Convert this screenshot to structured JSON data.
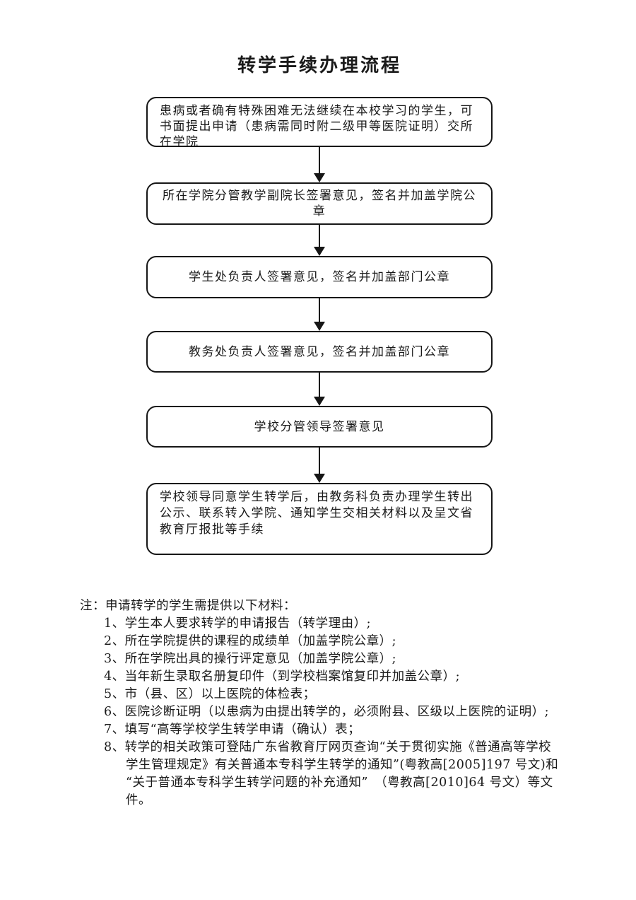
{
  "page": {
    "title": "转学手续办理流程"
  },
  "colors": {
    "ink": "#1a1a1a",
    "box_border": "#161616",
    "background": "#ffffff"
  },
  "flowchart": {
    "boxes": [
      {
        "text": "患病或者确有特殊困难无法继续在本校学习的学生，可书面提出申请（患病需同时附二级甲等医院证明）交所在学院"
      },
      {
        "text": "所在学院分管教学副院长签署意见，签名并加盖学院公章"
      },
      {
        "text": "学生处负责人签署意见，签名并加盖部门公章"
      },
      {
        "text": "教务处负责人签署意见，签名并加盖部门公章"
      },
      {
        "text": "学校分管领导签署意见"
      },
      {
        "text": "学校领导同意学生转学后，由教务科负责办理学生转出公示、联系转入学院、通知学生交相关材料以及呈文省教育厅报批等手续"
      }
    ],
    "connector_style": "vertical-arrow-down"
  },
  "notes": {
    "lines": [
      {
        "indent": 0,
        "text": "注：申请转学的学生需提供以下材料："
      },
      {
        "indent": 1,
        "text": "1、学生本人要求转学的申请报告（转学理由）;"
      },
      {
        "indent": 1,
        "text": "2、所在学院提供的课程的成绩单（加盖学院公章）;"
      },
      {
        "indent": 1,
        "text": "3、所在学院出具的操行评定意见（加盖学院公章）;"
      },
      {
        "indent": 1,
        "text": "4、当年新生录取名册复印件（到学校档案馆复印并加盖公章）;"
      },
      {
        "indent": 1,
        "text": "5、市（县、区）以上医院的体检表；"
      },
      {
        "indent": 1,
        "text": "6、医院诊断证明（以患病为由提出转学的，必须附县、区级以上医院的证明）;"
      },
      {
        "indent": 1,
        "text": "7、填写“高等学校学生转学申请（确认）表；"
      },
      {
        "indent": 1,
        "text": "8、转学的相关政策可登陆广东省教育厅网页查询“关于贯彻实施《普通高等学校"
      },
      {
        "indent": 2,
        "text": "学生管理规定》有关普通本专科学生转学的通知”(粤教高[2005]197 号文)和"
      },
      {
        "indent": 2,
        "text": "“关于普通本专科学生转学问题的补充通知”　（粤教高[2010]64 号文）等文"
      },
      {
        "indent": 2,
        "text": "件。"
      }
    ]
  }
}
